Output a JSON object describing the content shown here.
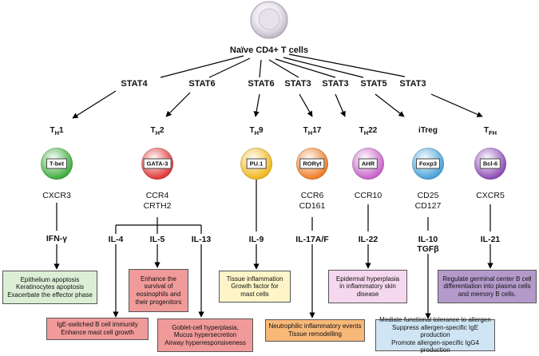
{
  "root": {
    "label": "Naïve CD4+ T cells"
  },
  "stats": [
    "STAT4",
    "STAT6",
    "STAT6",
    "STAT3",
    "STAT3",
    "STAT5",
    "STAT3"
  ],
  "subsets": [
    {
      "name": "T",
      "sub": "H",
      "suffix": "1",
      "tf": "T-bet",
      "markers": [
        "CXCR3"
      ],
      "color": "#3fae3f"
    },
    {
      "name": "T",
      "sub": "H",
      "suffix": "2",
      "tf": "GATA-3",
      "markers": [
        "CCR4",
        "CRTH2"
      ],
      "color": "#e03b3b"
    },
    {
      "name": "T",
      "sub": "H",
      "suffix": "9",
      "tf": "PU.1",
      "markers": [],
      "color": "#f0b81e"
    },
    {
      "name": "T",
      "sub": "H",
      "suffix": "17",
      "tf": "RORγt",
      "markers": [
        "CCR6",
        "CD161"
      ],
      "color": "#ef7e2a"
    },
    {
      "name": "T",
      "sub": "H",
      "suffix": "22",
      "tf": "AHR",
      "markers": [
        "CCR10"
      ],
      "color": "#c865c8"
    },
    {
      "name": "iTreg",
      "sub": "",
      "suffix": "",
      "tf": "Foxp3",
      "markers": [
        "CD25",
        "CD127"
      ],
      "color": "#4aa3d8"
    },
    {
      "name": "T",
      "sub": "FH",
      "suffix": "",
      "tf": "Bcl-6",
      "markers": [
        "CXCR5"
      ],
      "color": "#8f4fb8"
    }
  ],
  "cytokines": {
    "th1": "IFN-γ",
    "th2": [
      "IL-4",
      "IL-5",
      "IL-13"
    ],
    "th9": "IL-9",
    "th17": "IL-17A/F",
    "th22": "IL-22",
    "treg": [
      "IL-10",
      "TGFβ"
    ],
    "tfh": "IL-21"
  },
  "effects": {
    "th1": [
      "Epithelium apoptosis",
      "Keratinocytes apoptosis",
      "Exacerbate the effector phase"
    ],
    "th2_il4": [
      "IgE-switched B cell immunity",
      "Enhance mast cell growth"
    ],
    "th2_il5": [
      "Enhance the",
      "survival of",
      "eosinophils and",
      "their progenitors"
    ],
    "th2_il13": [
      "Goblet-cell hyperplasia,",
      "Mucus hypersecretion",
      "Airway hyperresponsiveness"
    ],
    "th9": [
      "Tissue inflammation",
      "Growth factor for",
      "mast cells"
    ],
    "th17": [
      "Neutrophilic inflammatory events",
      "Tissue remodelling"
    ],
    "th22": [
      "Epidermal hyperplasia",
      "in inflammatory skin",
      "disease"
    ],
    "treg": [
      "Mediate functional tolerance to allergen",
      "Suppress allergen-specific IgE production",
      "Promote allergen-specific IgG4 production"
    ],
    "tfh": [
      "Regulate germinal center B cell",
      "differentiation into plasma cells",
      "and memory B cells."
    ]
  },
  "colors": {
    "th1_box": "#dcefd6",
    "th2_box": "#f19a9a",
    "th9_box": "#fdf5c8",
    "th17_box": "#f8b878",
    "th22_box": "#f5d8ef",
    "treg_box": "#cfe5f4",
    "tfh_box": "#b49acb"
  }
}
